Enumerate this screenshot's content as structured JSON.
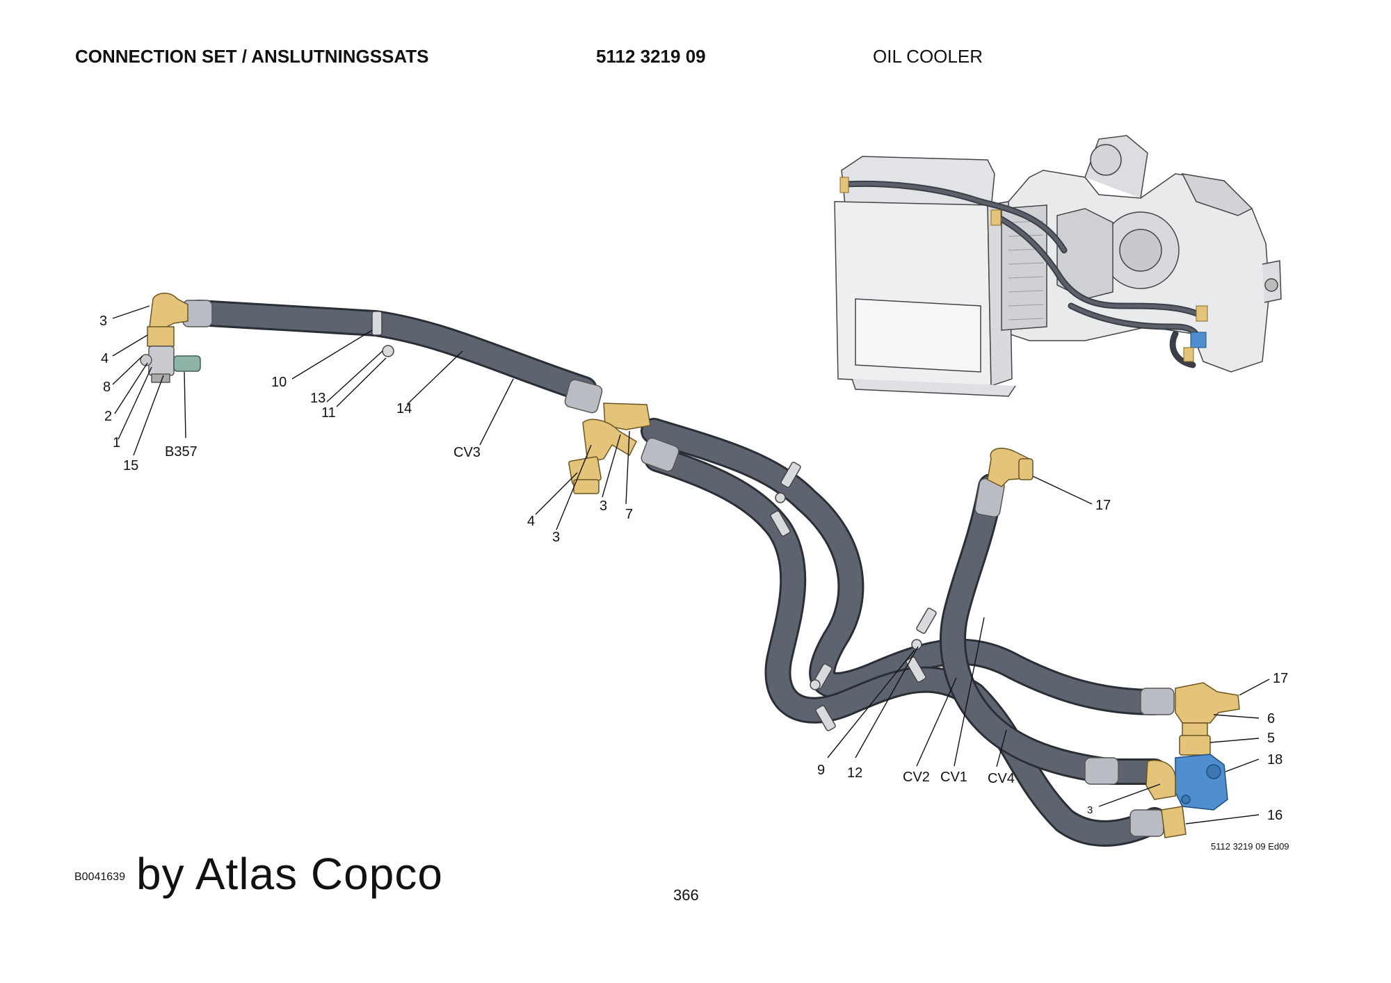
{
  "header": {
    "title": "CONNECTION SET / ANSLUTNINGSSATS",
    "part_number": "5112 3219 09",
    "section": "OIL COOLER"
  },
  "callouts": {
    "l_3": "3",
    "l_4": "4",
    "l_8": "8",
    "l_2": "2",
    "l_1": "1",
    "l_15": "15",
    "l_b357": "B357",
    "l_10": "10",
    "l_13": "13",
    "l_11": "11",
    "l_14": "14",
    "l_cv3": "CV3",
    "l_4b": "4",
    "l_3b": "3",
    "l_3c": "3",
    "l_7": "7",
    "l_17a": "17",
    "l_17b": "17",
    "l_6": "6",
    "l_5": "5",
    "l_18": "18",
    "l_16": "16",
    "l_3d": "3",
    "l_9": "9",
    "l_12": "12",
    "l_cv2": "CV2",
    "l_cv1": "CV1",
    "l_cv4": "CV4"
  },
  "footer": {
    "doc_id": "B0041639",
    "brand": "by Atlas Copco",
    "page": "366",
    "edition": "5112 3219 09 Ed09"
  },
  "colors": {
    "hose": "#5d6470",
    "hose_edge": "#2a2e35",
    "brass": "#e3c47a",
    "sensor_body": "#c9cbd0",
    "sensor_tip": "#8fb3a8",
    "valve": "#4f8fd0",
    "sleeve": "#b9bcc2"
  }
}
